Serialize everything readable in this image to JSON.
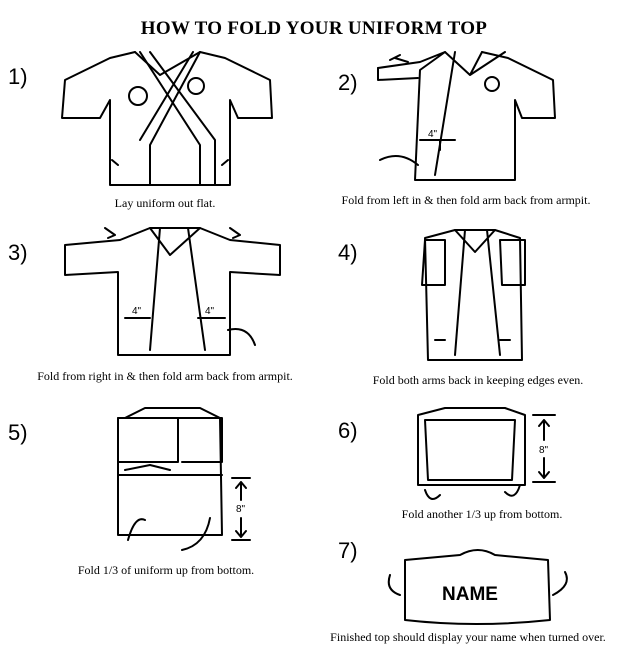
{
  "title": "HOW TO FOLD YOUR UNIFORM TOP",
  "steps": [
    {
      "number": "1)",
      "caption": "Lay uniform out flat."
    },
    {
      "number": "2)",
      "caption": "Fold from left in & then fold arm back from armpit.",
      "measure": "4\""
    },
    {
      "number": "3)",
      "caption": "Fold from right in & then fold arm back from armpit.",
      "measure_left": "4\"",
      "measure_right": "4\""
    },
    {
      "number": "4)",
      "caption": "Fold both arms back in keeping  edges even."
    },
    {
      "number": "5)",
      "caption": "Fold 1/3 of uniform up from bottom.",
      "measure": "8\""
    },
    {
      "number": "6)",
      "caption": "Fold another 1/3 up from bottom.",
      "measure": "8\""
    },
    {
      "number": "7)",
      "caption": "Finished top should display your name when turned over.",
      "label": "NAME"
    }
  ]
}
